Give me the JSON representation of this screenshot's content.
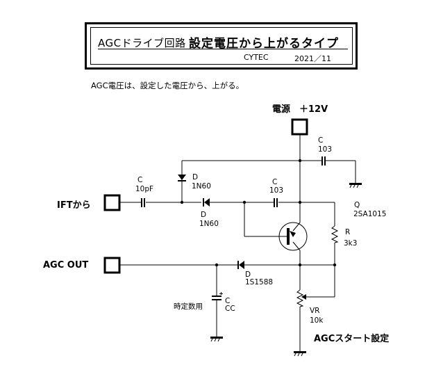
{
  "title": {
    "main": "AGCドライブ回路",
    "sub": "設定電圧から上がるタイプ",
    "author": "CYTEC",
    "date": "2021／11"
  },
  "description": "AGC電圧は、設定した電圧から、上がる。",
  "terminals": {
    "power": "電源　＋12V",
    "input": "IFTから",
    "output": "AGC OUT"
  },
  "components": {
    "c_bypass": {
      "ref": "C",
      "value": "103"
    },
    "c_input": {
      "ref": "C",
      "value": "10pF"
    },
    "d_top": {
      "ref": "D",
      "value": "1N60"
    },
    "d_series": {
      "ref": "D",
      "value": "1N60"
    },
    "c_mid": {
      "ref": "C",
      "value": "103"
    },
    "q": {
      "ref": "Q",
      "value": "2SA1015"
    },
    "r": {
      "ref": "R",
      "value": "3k3"
    },
    "d_out": {
      "ref": "D",
      "value": "1S1588"
    },
    "c_time": {
      "ref": "C",
      "value": "CC",
      "note": "時定数用"
    },
    "vr": {
      "ref": "VR",
      "value": "10k",
      "note": "AGCスタート設定"
    }
  },
  "colors": {
    "line": "#000000",
    "background": "#ffffff"
  }
}
